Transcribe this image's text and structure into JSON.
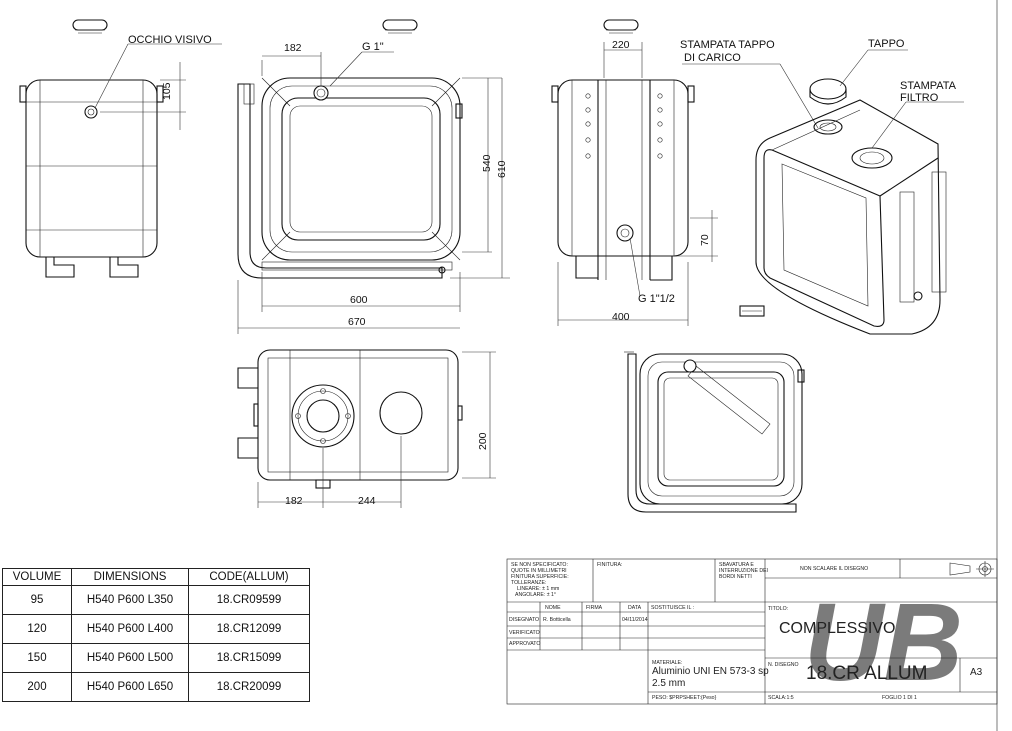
{
  "callouts": {
    "occhio_visivo": "OCCHIO VISIVO",
    "g1": "G 1\"",
    "g1_half": "G 1\"1/2",
    "stampata_tappo_1": "STAMPATA TAPPO",
    "stampata_tappo_2": "DI CARICO",
    "tappo": "TAPPO",
    "stampata_filtro_1": "STAMPATA",
    "stampata_filtro_2": "FILTRO"
  },
  "dimensions": {
    "d105": "105",
    "d182_top": "182",
    "d540": "540",
    "d610": "610",
    "d600": "600",
    "d670": "670",
    "d220": "220",
    "d70": "70",
    "d400": "400",
    "d200": "200",
    "d182_bottom": "182",
    "d244": "244"
  },
  "spec_table": {
    "headers": [
      "VOLUME",
      "DIMENSIONS",
      "CODE(ALLUM)"
    ],
    "rows": [
      [
        "95",
        "H540 P600 L350",
        "18.CR09599"
      ],
      [
        "120",
        "H540 P600 L400",
        "18.CR12099"
      ],
      [
        "150",
        "H540 P600 L500",
        "18.CR15099"
      ],
      [
        "200",
        "H540 P600 L650",
        "18.CR20099"
      ]
    ]
  },
  "title_block": {
    "notes": [
      "SE NON SPECIFICATO:",
      "QUOTE IN MILLIMETRI",
      "FINITURA SUPERFICIE:",
      "TOLLERANZE:",
      "LINEARE: ± 1 mm",
      "ANGOLARE: ± 1°"
    ],
    "finitura": "FINITURA:",
    "sbavatura": [
      "SBAVATURA E",
      "INTERRUZIONE DEI",
      "BORDI NETTI"
    ],
    "non_scalare": "NON SCALARE IL DISEGNO",
    "col_nome": "NOME",
    "col_firma": "FIRMA",
    "col_data": "DATA",
    "sostituisce": "SOSTITUISCE IL :",
    "disegnato": "DISEGNATO",
    "disegnatore": "R. Botticella",
    "data": "04/11/2014",
    "verificato": "VERIFICATO",
    "approvato": "APPROVATO",
    "titolo_label": "TITOLO:",
    "titolo": "COMPLESSIVO",
    "materiale_label": "MATERIALE:",
    "materiale": "Aluminio UNI EN 573-3 sp",
    "spessore": "2.5 mm",
    "n_disegno_label": "N. DISEGNO",
    "n_disegno": "18.CR ALLUM",
    "formato": "A3",
    "peso": "PESO: $PRPSHEET:{Peso}",
    "scala": "SCALA:1:5",
    "foglio": "FOGLIO 1 DI 1",
    "watermark": "UB"
  },
  "colors": {
    "watermark": "#f4b183",
    "watermark_blue": "#b4c7e7",
    "line": "#111111"
  }
}
